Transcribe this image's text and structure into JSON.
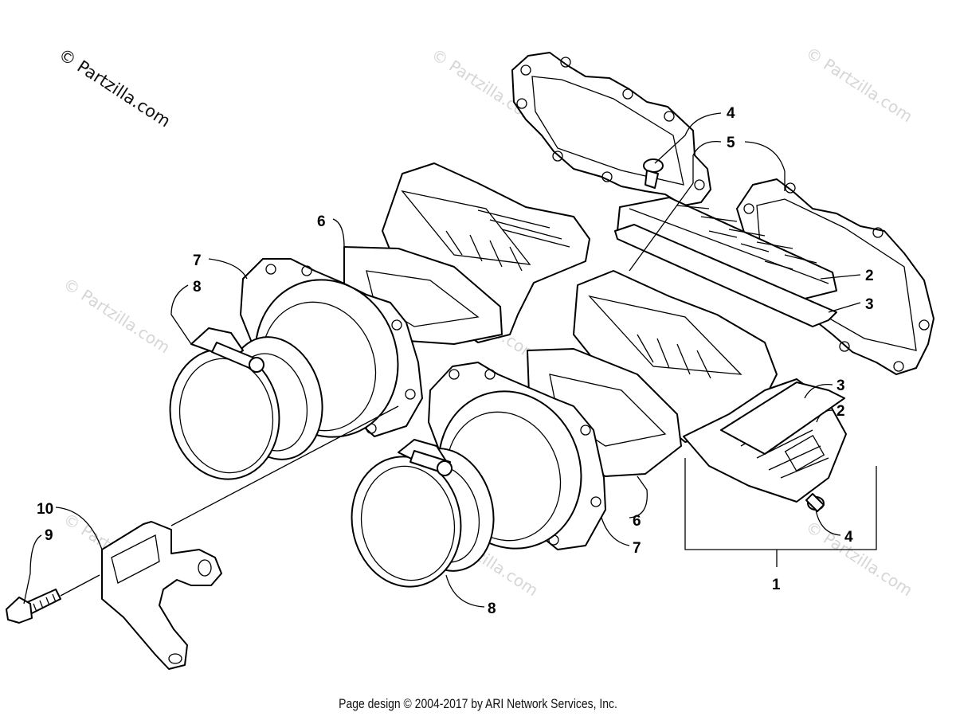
{
  "watermark": {
    "main": "© Partzilla.com",
    "faint": "© Partzilla.com"
  },
  "callouts": {
    "c1": "1",
    "c2a": "2",
    "c2b": "2",
    "c3a": "3",
    "c3b": "3",
    "c4a": "4",
    "c4b": "4",
    "c5": "5",
    "c6a": "6",
    "c6b": "6",
    "c7a": "7",
    "c7b": "7",
    "c8a": "8",
    "c8b": "8",
    "c9": "9",
    "c10": "10"
  },
  "footer": "Page design © 2004-2017 by ARI Network Services, Inc."
}
